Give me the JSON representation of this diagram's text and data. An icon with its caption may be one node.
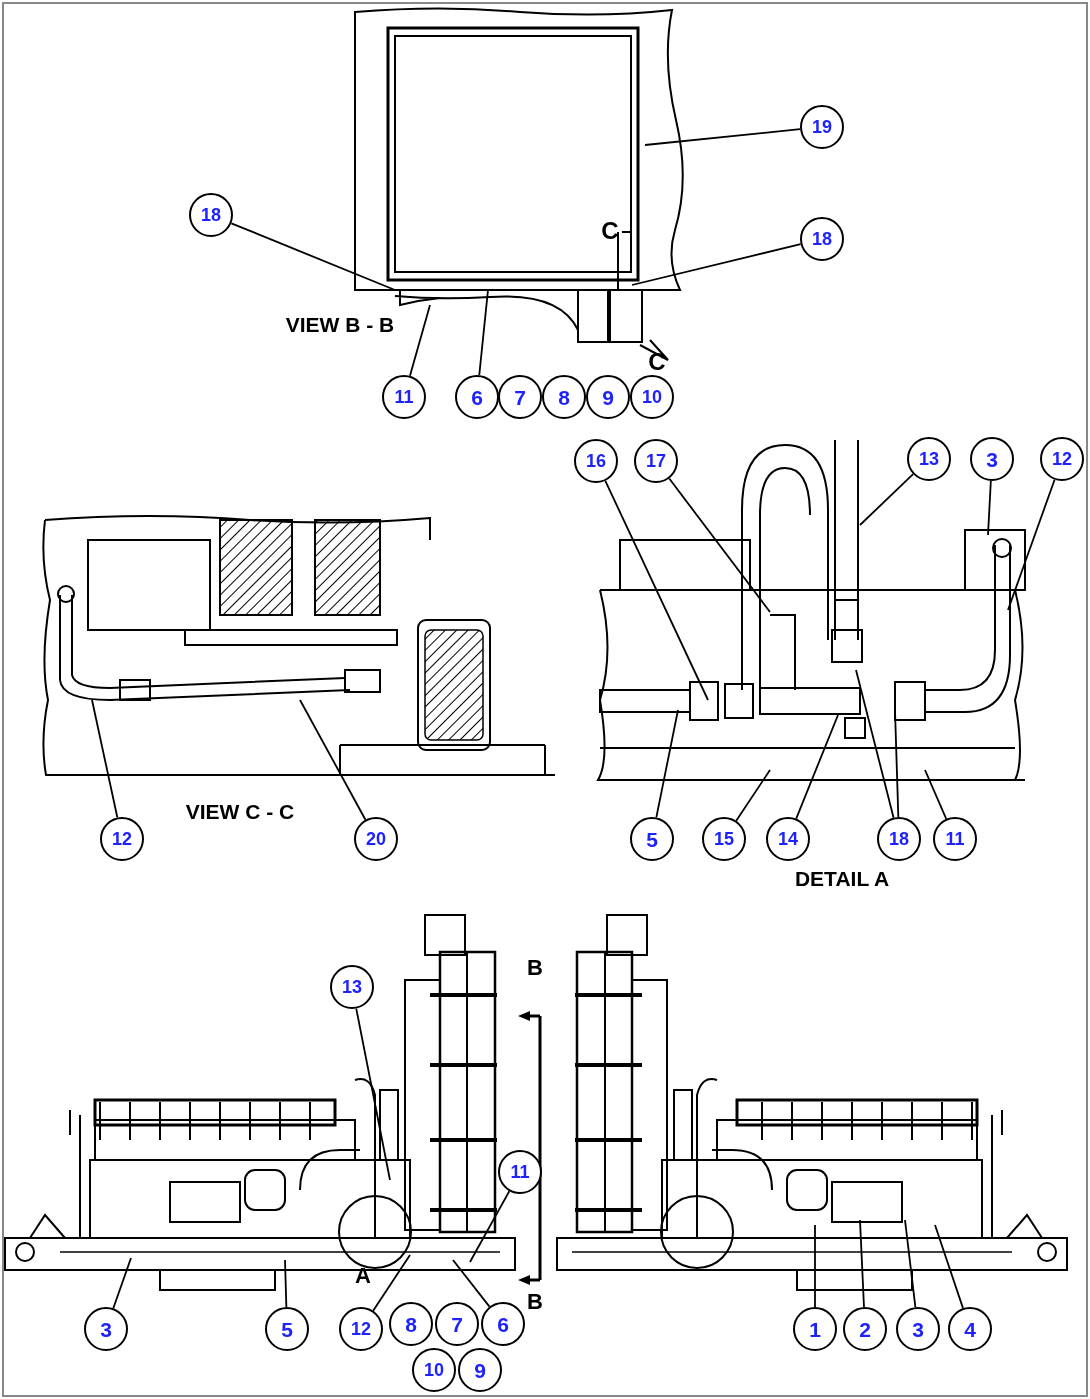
{
  "diagram": {
    "nodes": [
      {
        "text": [
          "19"
        ]
      },
      {
        "text": [
          "18"
        ]
      },
      {
        "text": [
          "18"
        ]
      },
      {
        "text": [
          "11"
        ]
      },
      {
        "text": [
          "6"
        ]
      },
      {
        "text": [
          "7"
        ]
      },
      {
        "text": [
          "8"
        ]
      },
      {
        "text": [
          "9"
        ]
      },
      {
        "text": [
          "10"
        ]
      },
      {
        "text": [
          "16"
        ]
      },
      {
        "text": [
          "17"
        ]
      },
      {
        "text": [
          "13"
        ]
      },
      {
        "text": [
          "3"
        ]
      },
      {
        "text": [
          "12"
        ]
      },
      {
        "text": [
          "12"
        ]
      },
      {
        "text": [
          "20"
        ]
      },
      {
        "text": [
          "5"
        ]
      },
      {
        "text": [
          "15"
        ]
      },
      {
        "text": [
          "14"
        ]
      },
      {
        "text": [
          "18"
        ]
      },
      {
        "text": [
          "11"
        ]
      },
      {
        "text": [
          "13"
        ]
      },
      {
        "text": [
          "11"
        ]
      },
      {
        "text": [
          "3"
        ]
      },
      {
        "text": [
          "5"
        ]
      },
      {
        "text": [
          "12"
        ]
      },
      {
        "text": [
          "8"
        ]
      },
      {
        "text": [
          "7"
        ]
      },
      {
        "text": [
          "6"
        ]
      },
      {
        "text": [
          "10"
        ]
      },
      {
        "text": [
          "9"
        ]
      },
      {
        "text": [
          "1"
        ]
      },
      {
        "text": [
          "2"
        ]
      },
      {
        "text": [
          "3"
        ]
      },
      {
        "text": [
          "4"
        ]
      }
    ],
    "edges": [
      {
        "from": 0,
        "to": null,
        "arrow": "none"
      },
      {
        "from": 1,
        "to": null,
        "arrow": "none"
      },
      {
        "from": 2,
        "to": null,
        "arrow": "none"
      },
      {
        "from": 3,
        "to": null,
        "arrow": "none"
      },
      {
        "from": 4,
        "to": null,
        "arrow": "none"
      },
      {
        "from": 9,
        "to": null,
        "arrow": "none"
      },
      {
        "from": 10,
        "to": null,
        "arrow": "none"
      },
      {
        "from": 11,
        "to": null,
        "arrow": "none"
      },
      {
        "from": 12,
        "to": null,
        "arrow": "none"
      },
      {
        "from": 13,
        "to": null,
        "arrow": "none"
      },
      {
        "from": 14,
        "to": null,
        "arrow": "none"
      },
      {
        "from": 15,
        "to": null,
        "arrow": "none"
      },
      {
        "from": 16,
        "to": null,
        "arrow": "none"
      },
      {
        "from": 17,
        "to": null,
        "arrow": "none"
      },
      {
        "from": 18,
        "to": null,
        "arrow": "none"
      },
      {
        "from": 19,
        "to": null,
        "arrow": "none"
      },
      {
        "from": 19,
        "to": null,
        "arrow": "none"
      },
      {
        "from": 20,
        "to": null,
        "arrow": "none"
      },
      {
        "from": 21,
        "to": null,
        "arrow": "none"
      },
      {
        "from": 22,
        "to": null,
        "arrow": "none"
      },
      {
        "from": 23,
        "to": null,
        "arrow": "none"
      },
      {
        "from": 24,
        "to": null,
        "arrow": "none"
      },
      {
        "from": 25,
        "to": null,
        "arrow": "none"
      },
      {
        "from": 28,
        "to": null,
        "arrow": "none"
      },
      {
        "from": 31,
        "to": null,
        "arrow": "none"
      },
      {
        "from": 32,
        "to": null,
        "arrow": "none"
      },
      {
        "from": 33,
        "to": null,
        "arrow": "none"
      },
      {
        "from": 34,
        "to": null,
        "arrow": "none"
      }
    ],
    "labels": [
      "C",
      "VIEW B - B",
      "C",
      "VIEW C - C",
      "DETAIL A",
      "B",
      "A",
      "B"
    ]
  }
}
